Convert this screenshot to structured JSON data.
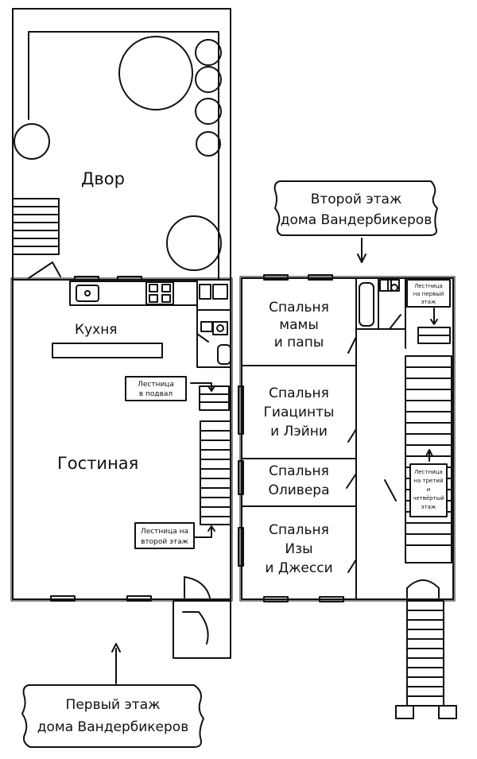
{
  "rooms": {
    "yard": "Двор",
    "kitchen": "Кухня",
    "living_room": "Гостиная",
    "bedroom_parents": [
      "Спальня",
      "мамы",
      "и папы"
    ],
    "bedroom_hyacinth_laney": [
      "Спальня",
      "Гиацинты",
      "и Лэйни"
    ],
    "bedroom_oliver": [
      "Спальня",
      "Оливера"
    ],
    "bedroom_isa_jessie": [
      "Спальня",
      "Изы",
      "и Джесси"
    ]
  },
  "notes": {
    "basement_stairs": [
      "Лестница",
      "в подвал"
    ],
    "second_floor_stairs": [
      "Лестница на",
      "второй этаж"
    ],
    "first_floor_stairs": [
      "Лестница",
      "на первый",
      "этаж"
    ],
    "third_fourth_stairs": [
      "Лестница",
      "на третий",
      "и",
      "четвёртый",
      "этаж"
    ]
  },
  "titles": {
    "second_floor": [
      "Второй этаж",
      "дома Вандербикеров"
    ],
    "first_floor": [
      "Первый этаж",
      "дома Вандербикеров"
    ]
  },
  "colors": {
    "ink": "#111111",
    "paper": "#ffffff"
  }
}
